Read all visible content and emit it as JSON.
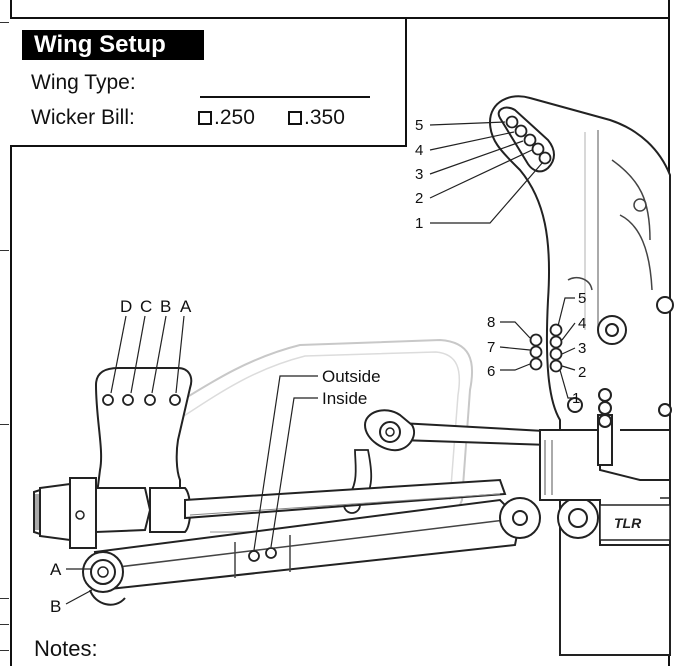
{
  "wing_setup": {
    "title": "Wing Setup",
    "wing_type_label": "Wing Type:",
    "wicker_bill_label": "Wicker Bill:",
    "wicker_options": [
      ".250",
      ".350"
    ]
  },
  "diagram": {
    "wing_mount_holes": [
      "D",
      "C",
      "B",
      "A"
    ],
    "wing_angle_slots": [
      "5",
      "4",
      "3",
      "2",
      "1"
    ],
    "rear_holes_left": [
      "8",
      "7",
      "6"
    ],
    "rear_holes_right": [
      "5",
      "4",
      "3",
      "2",
      "1"
    ],
    "outside_label": "Outside",
    "inside_label": "Inside",
    "rod_end_a": "A",
    "rod_end_b": "B",
    "chassis_logo": "TLR"
  },
  "notes_label": "Notes:"
}
